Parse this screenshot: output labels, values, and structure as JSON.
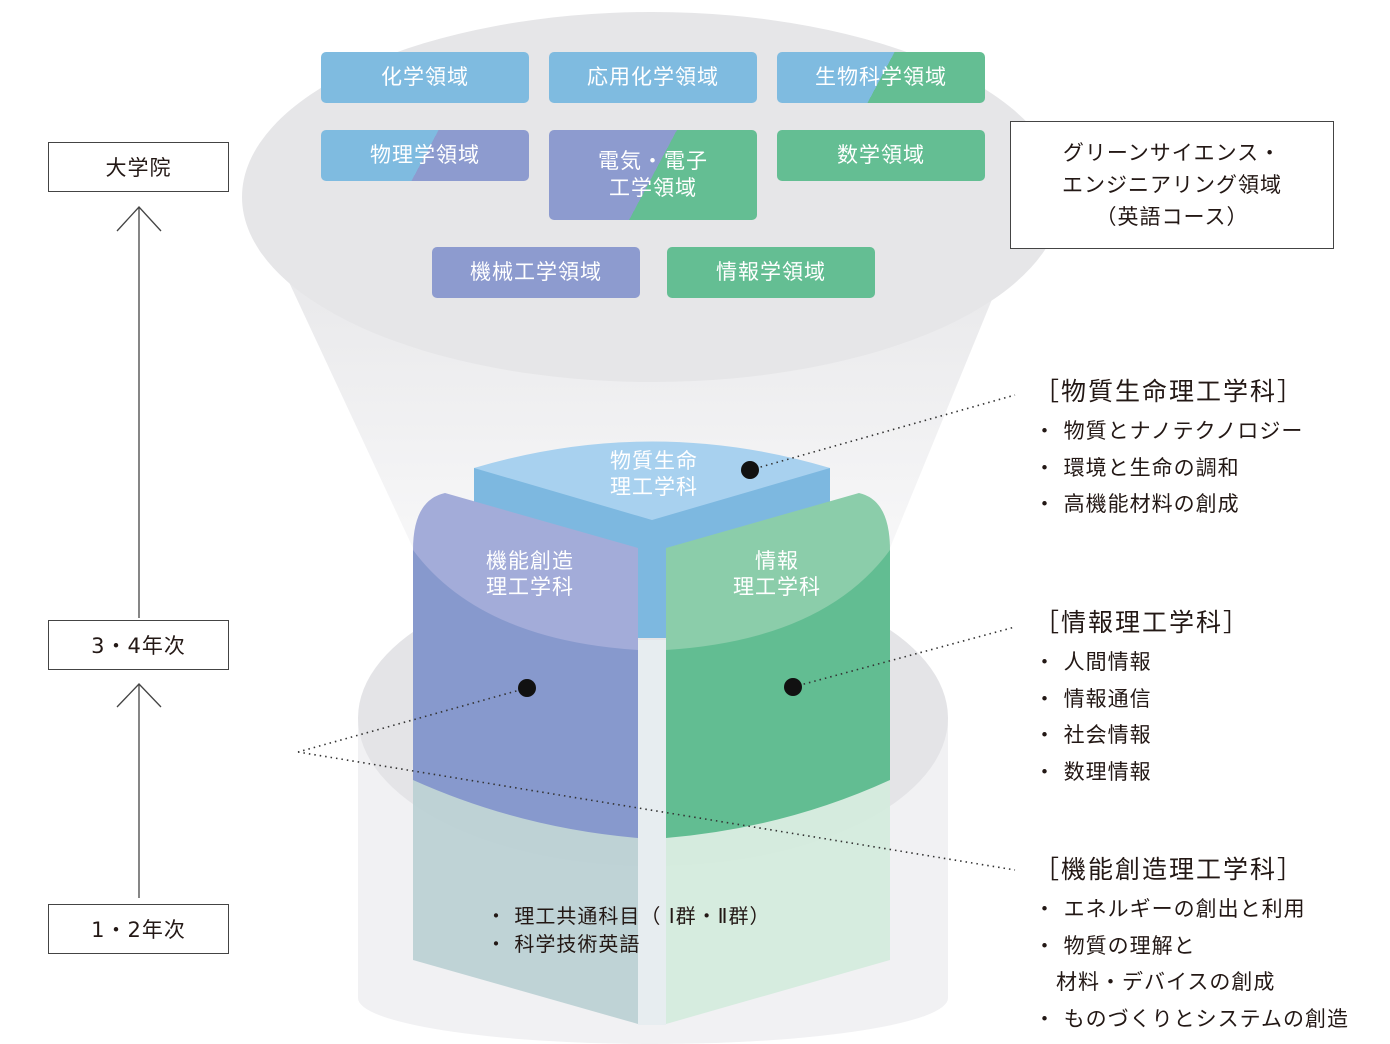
{
  "levels": {
    "graduate": "大学院",
    "year34": "3・4年次",
    "year12": "1・2年次"
  },
  "graduate_fields": [
    "化学領域",
    "応用化学領域",
    "生物科学領域",
    "物理学領域",
    "電気・電子",
    "工学領域",
    "数学領域",
    "機械工学領域",
    "情報学領域"
  ],
  "green_science": {
    "line1": "グリーンサイエンス・",
    "line2": "エンジニアリング領域",
    "line3": "（英語コース）"
  },
  "segments": {
    "material_life": {
      "line1": "物質生命",
      "line2": "理工学科"
    },
    "functional": {
      "line1": "機能創造",
      "line2": "理工学科"
    },
    "information": {
      "line1": "情報",
      "line2": "理工学科"
    }
  },
  "common_subjects": [
    "・ 理工共通科目（ Ⅰ群・Ⅱ群）",
    "・ 科学技術英語"
  ],
  "departments": [
    {
      "title": "［物質生命理工学科］",
      "items": [
        "・ 物質とナノテクノロジー",
        "・ 環境と生命の調和",
        "・ 高機能材料の創成"
      ]
    },
    {
      "title": "［情報理工学科］",
      "items": [
        "・ 人間情報",
        "・ 情報通信",
        "・ 社会情報",
        "・ 数理情報"
      ]
    },
    {
      "title": "［機能創造理工学科］",
      "items": [
        "・ エネルギーの創出と利用",
        "・ 物質の理解と",
        "　材料・デバイスの創成",
        "・ ものづくりとシステムの創造"
      ]
    }
  ],
  "colors": {
    "blue": "#7fbbe0",
    "purple": "#8d9bcf",
    "green": "#64be93",
    "funnel_gray": "#e8e8ea"
  }
}
